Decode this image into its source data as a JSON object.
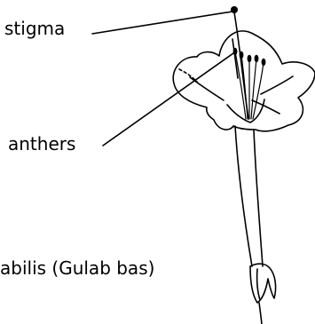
{
  "labels": {
    "stigma": "stigma",
    "anthers": "anthers"
  },
  "caption": "abilis (Gulab bas)",
  "colors": {
    "ink": "#000000",
    "background": "#ffffff"
  }
}
